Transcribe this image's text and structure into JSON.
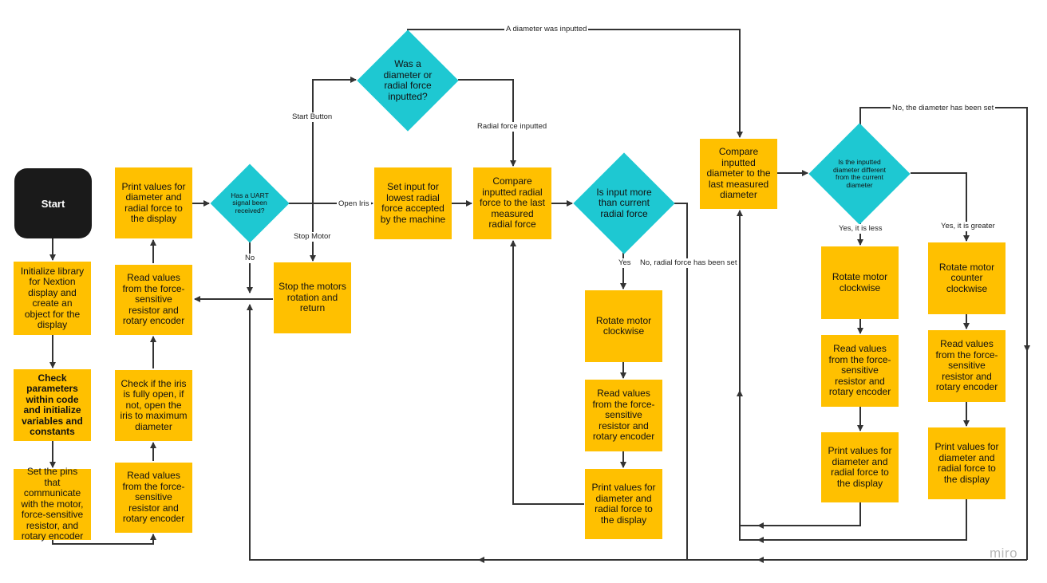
{
  "nodes": {
    "start": "Start",
    "init_lib": "Initialize library for Nextion display and create an object for the display",
    "check_params": "Check parameters within code and initialize variables and constants",
    "set_pins": "Set the pins that communicate with the motor, force-sensitive resistor, and rotary encoder",
    "read_values_1": "Read values from the force-sensitive resistor and rotary encoder",
    "check_iris": "Check if the iris is fully open, if not, open the iris to maximum diameter",
    "read_values_2": "Read values from the force-sensitive resistor and rotary encoder",
    "print_values_1": "Print values for diameter and radial force to the display",
    "uart_decision": "Has a UART signal been received?",
    "stop_motors": "Stop the motors rotation and return",
    "diam_or_force_decision": "Was a diameter or radial force inputted?",
    "set_input": "Set input for lowest radial force accepted by the machine",
    "compare_force": "Compare inputted radial force to the last measured radial force",
    "input_more_decision": "Is input more than current radial force",
    "rotate_cw_1": "Rotate motor clockwise",
    "read_values_3": "Read values from the force-sensitive resistor and rotary encoder",
    "print_values_2": "Print values for diameter and radial force to the display",
    "compare_diameter": "Compare inputted diameter to the last  measured diameter",
    "diam_diff_decision": "Is the inputted diameter different from the current diameter",
    "rotate_cw_2": "Rotate motor clockwise",
    "read_values_4": "Read values from the force-sensitive resistor and rotary encoder",
    "print_values_3": "Print values for diameter and radial force to the display",
    "rotate_ccw": "Rotate motor counter clockwise",
    "read_values_5": "Read values from the force-sensitive resistor and rotary encoder",
    "print_values_4": "Print values for diameter and radial force to the display"
  },
  "labels": {
    "start_button": "Start Button",
    "open_iris": "Open Iris",
    "stop_motor": "Stop Motor",
    "no": "No",
    "diameter_inputted": "A diameter was inputted",
    "radial_force_inputted": "Radial force inputted",
    "yes": "Yes",
    "no_force_set": "No, radial force has been set",
    "no_diameter_set": "No, the diameter has been set",
    "yes_less": "Yes, it is less",
    "yes_greater": "Yes, it is greater"
  },
  "watermark": "miro",
  "colors": {
    "process": "#FFC000",
    "decision": "#1EC8D2",
    "terminal": "#1a1a1a",
    "line": "#333333"
  }
}
